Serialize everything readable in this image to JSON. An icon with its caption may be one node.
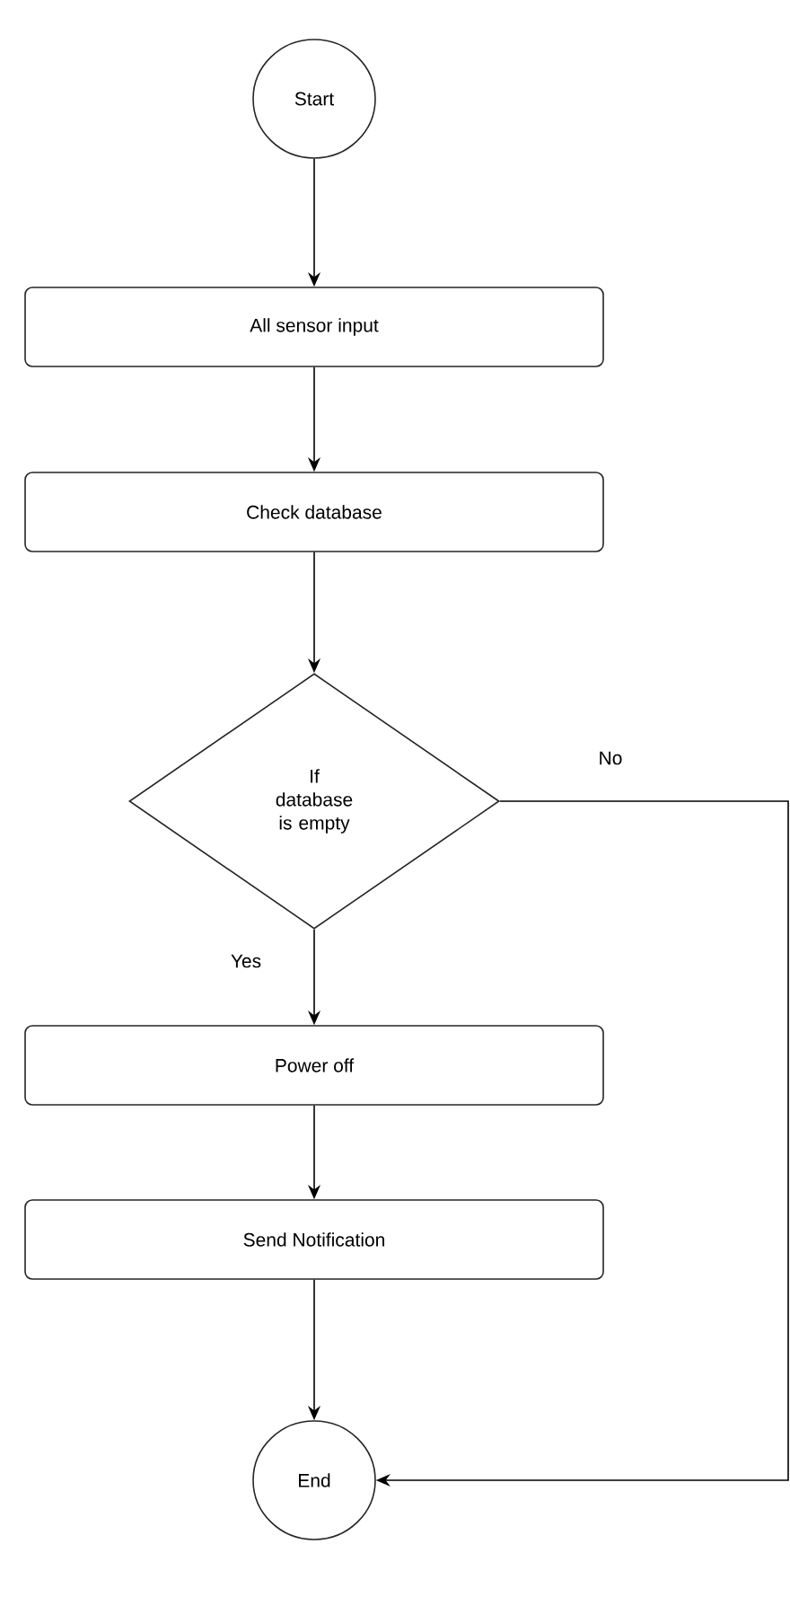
{
  "diagram": {
    "nodes": [
      {
        "text": [
          "Start"
        ]
      },
      {
        "text": [
          "All sensor input"
        ]
      },
      {
        "text": [
          "Check database"
        ]
      },
      {
        "text": [
          "If database is empty"
        ]
      },
      {
        "text": [
          "Power off"
        ]
      },
      {
        "text": [
          "Send Notification"
        ]
      },
      {
        "text": [
          "End"
        ]
      }
    ],
    "edges": [
      {
        "from": 0,
        "to": 1,
        "arrow": "to"
      },
      {
        "from": 1,
        "to": 2,
        "arrow": "to"
      },
      {
        "from": 2,
        "to": 3,
        "arrow": "to"
      },
      {
        "from": 3,
        "to": 4,
        "arrow": "to",
        "label": "Yes"
      },
      {
        "from": 4,
        "to": 5,
        "arrow": "to"
      },
      {
        "from": 5,
        "to": 6,
        "arrow": "to"
      },
      {
        "from": 3,
        "to": 6,
        "arrow": "to",
        "label": "No"
      }
    ]
  }
}
